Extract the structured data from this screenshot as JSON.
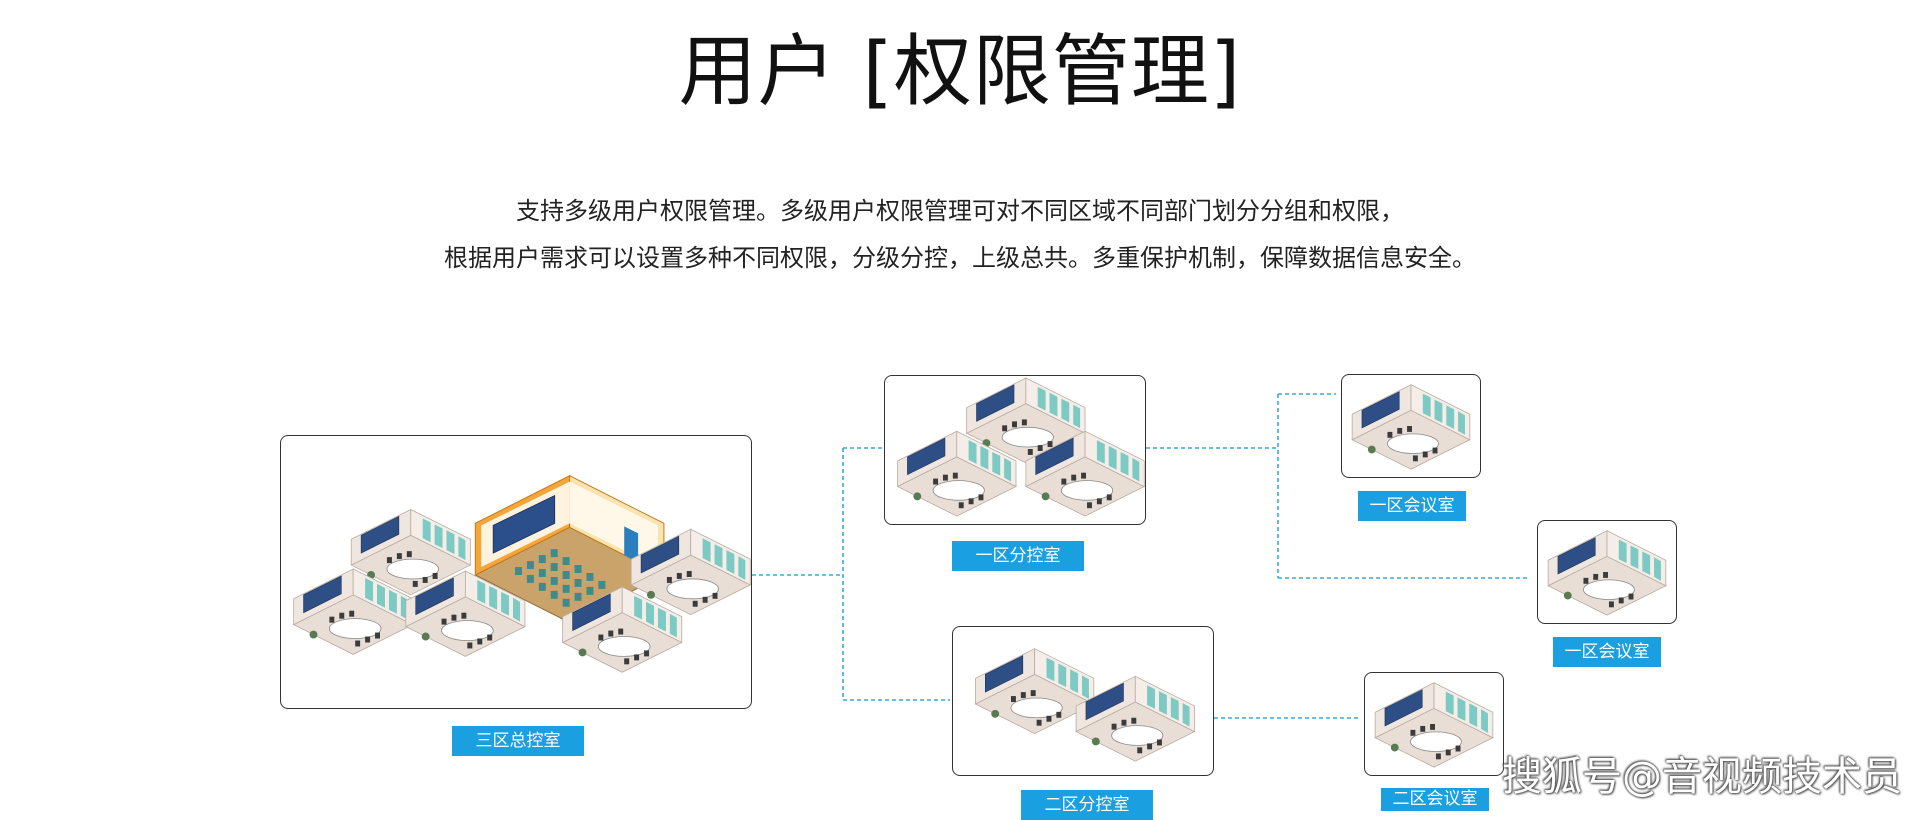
{
  "title": "用户 [权限管理]",
  "description": [
    "支持多级用户权限管理。多级用户权限管理可对不同区域不同部门划分分组和权限，",
    "根据用户需求可以设置多种不同权限，分级分控，上级总共。多重保护机制，保障数据信息安全。"
  ],
  "nodes": {
    "zone3_main_control": {
      "label": "三区总控室"
    },
    "zone1_sub_control": {
      "label": "一区分控室"
    },
    "zone2_sub_control": {
      "label": "二区分控室"
    },
    "zone1_meeting_a": {
      "label": "一区会议室"
    },
    "zone1_meeting_b": {
      "label": "一区会议室"
    },
    "zone2_meeting": {
      "label": "二区会议室"
    }
  },
  "colors": {
    "label_bg": "#1aa0e0",
    "connector": "#3aa8d8",
    "box_border": "#333333"
  },
  "watermark": "搜狐号@音视频技术员"
}
